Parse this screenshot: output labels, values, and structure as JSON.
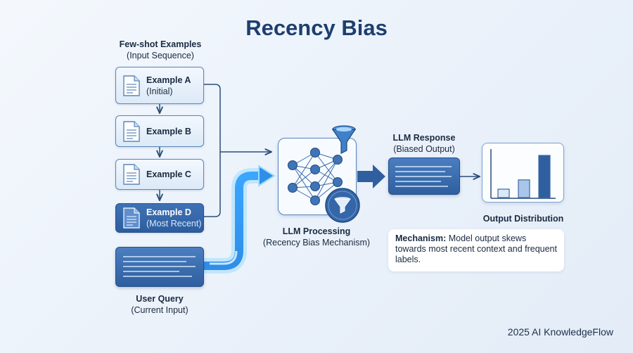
{
  "title": "Recency Bias",
  "input_sequence": {
    "heading": "Few-shot Examples",
    "subheading": "(Input Sequence)",
    "examples": [
      {
        "name": "Example A",
        "sub": "(Initial)"
      },
      {
        "name": "Example B",
        "sub": ""
      },
      {
        "name": "Example C",
        "sub": ""
      },
      {
        "name": "Example D",
        "sub": "(Most Recent)"
      }
    ]
  },
  "user_query": {
    "label": "User Query",
    "sub": "(Current Input)"
  },
  "llm": {
    "label": "LLM Processing",
    "sub": "(Recency Bias Mechanism)"
  },
  "response": {
    "label": "LLM Response",
    "sub": "(Biased Output)"
  },
  "output": {
    "label": "Output Distribution",
    "bar_levels": [
      0.2,
      0.42,
      1.0
    ]
  },
  "mechanism": {
    "key": "Mechanism:",
    "text": "Model output skews towards most recent context and frequent labels."
  },
  "footer": "2025 AI KnowledgeFlow",
  "colors": {
    "primary": "#2f5f9f",
    "light": "#dce9f7",
    "title": "#1d3f6e",
    "glow": "#6fc3ff"
  },
  "icons": [
    "document-icon",
    "neural-network-icon",
    "funnel-icon",
    "bar-chart-icon",
    "arrow-right-icon"
  ]
}
